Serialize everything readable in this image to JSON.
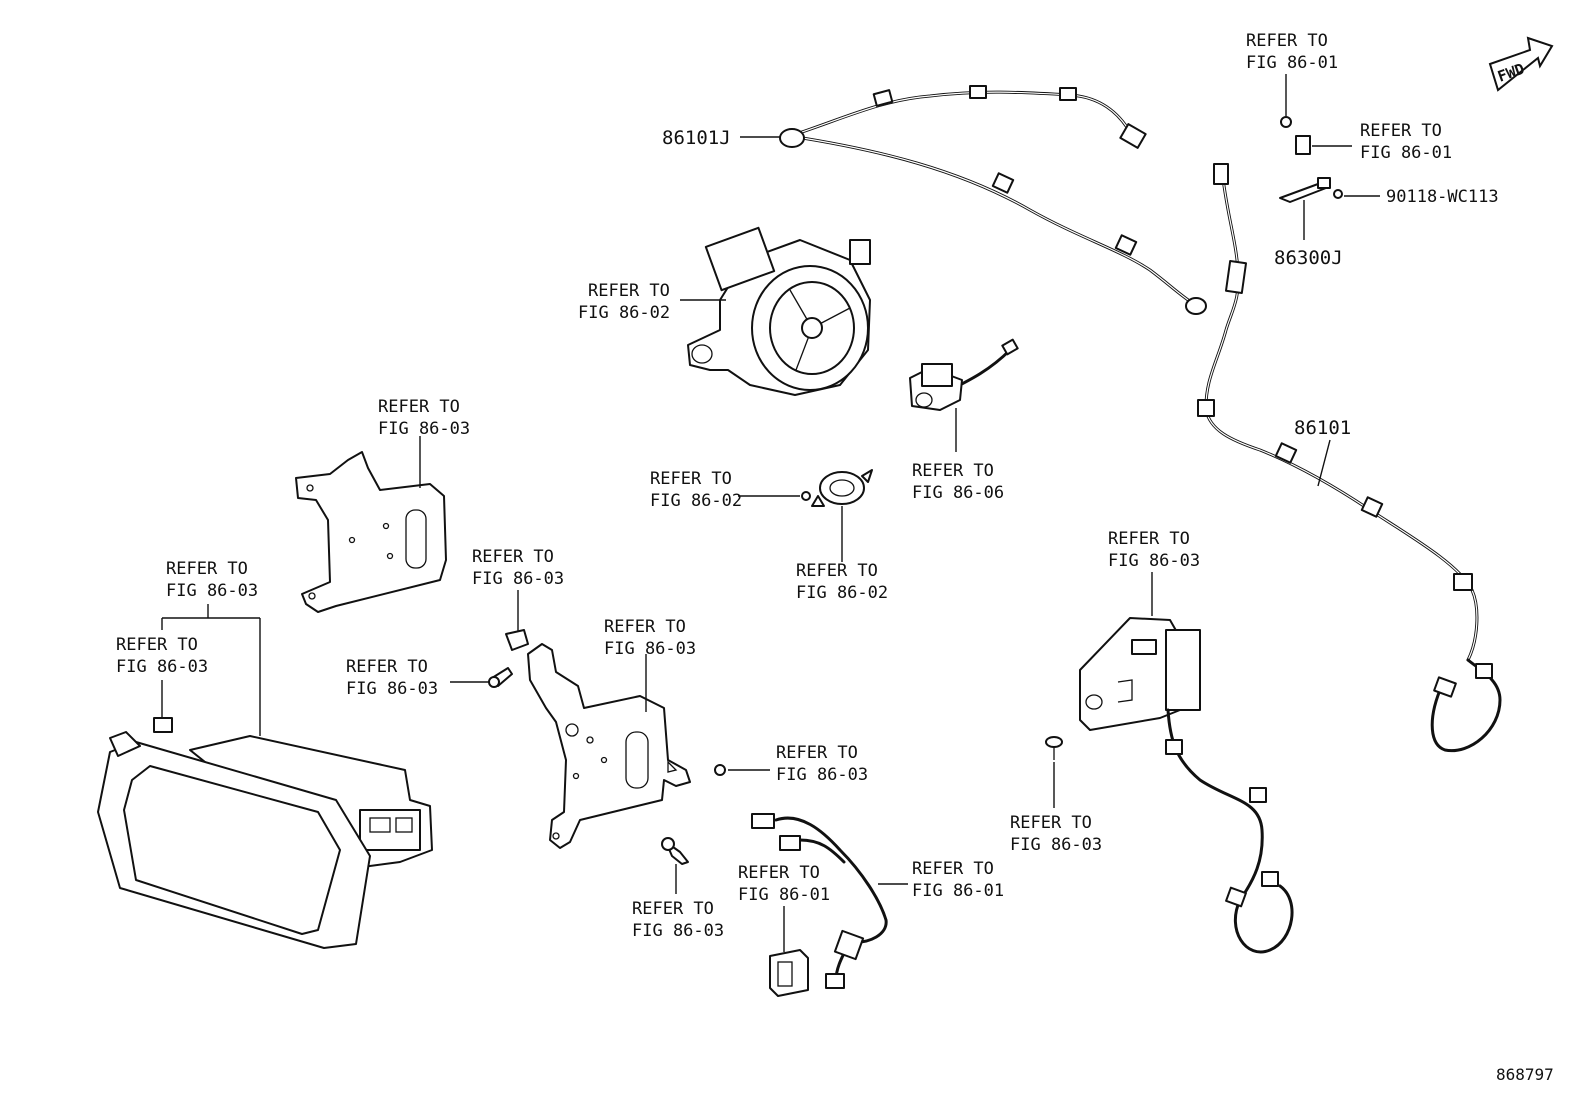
{
  "badge": {
    "fwd": "FWD"
  },
  "diagram_id": "868797",
  "parts": {
    "harness_front_j": "86101J",
    "harness_main": "86101",
    "antenna_j": "86300J",
    "screw_wc113": "90118-WC113"
  },
  "callouts": {
    "refer_to": "REFER TO",
    "fig_86_01": "FIG 86-01",
    "fig_86_02": "FIG 86-02",
    "fig_86_03": "FIG 86-03",
    "fig_86_06": "FIG 86-06"
  }
}
